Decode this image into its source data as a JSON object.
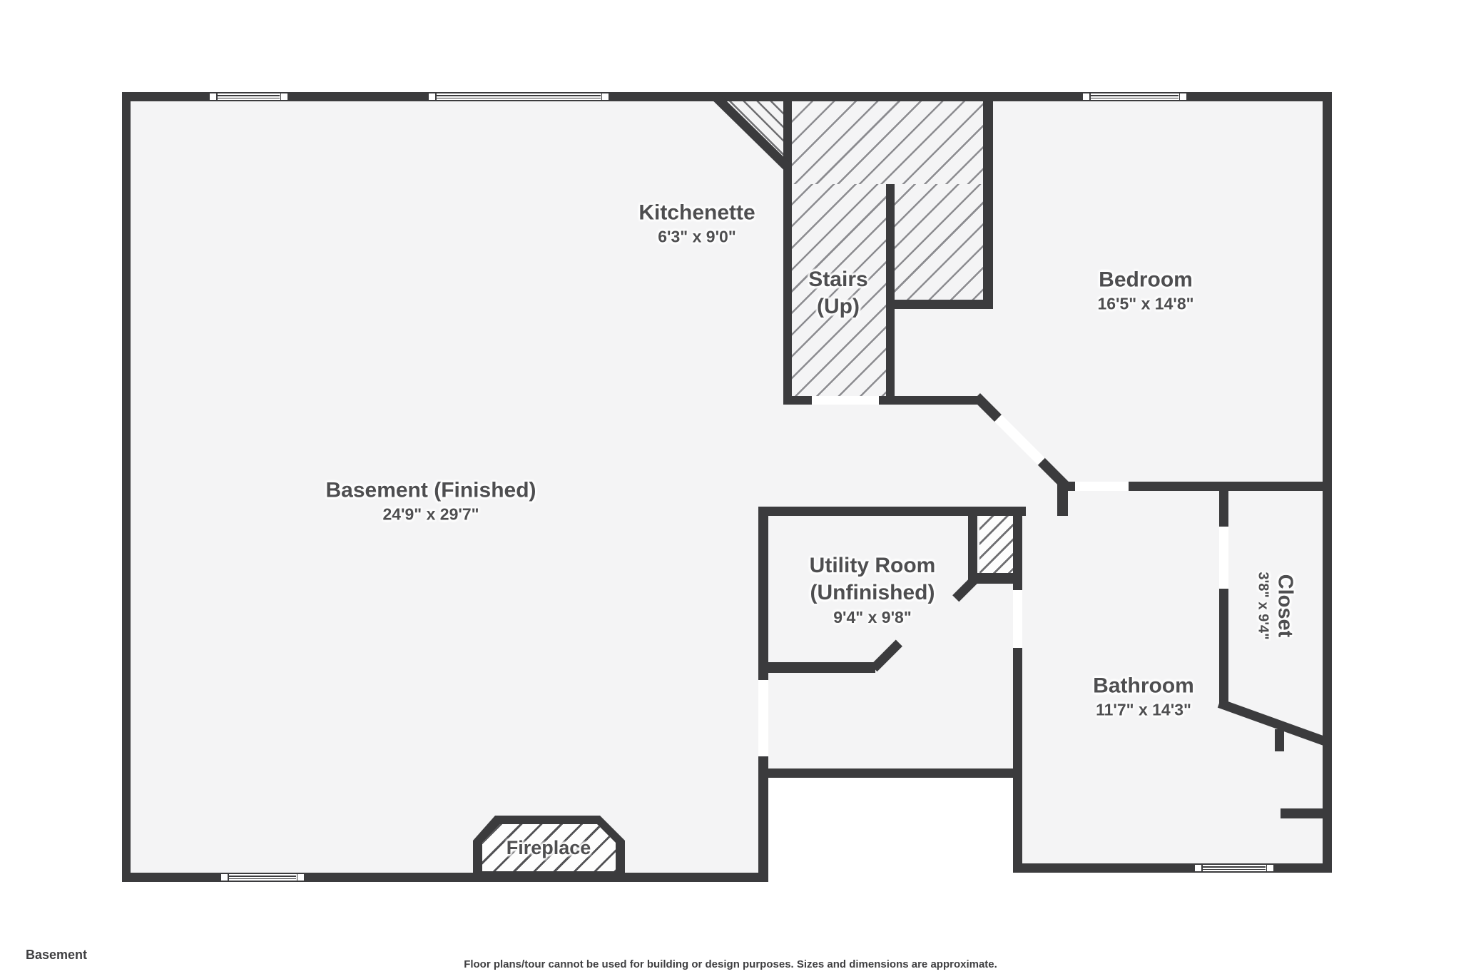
{
  "plan": {
    "rooms": {
      "basement": {
        "name": "Basement (Finished)",
        "dims": "24'9\" x 29'7\""
      },
      "kitchenette": {
        "name": "Kitchenette",
        "dims": "6'3\" x 9'0\""
      },
      "stairs": {
        "name": "Stairs",
        "qualifier": "(Up)"
      },
      "bedroom": {
        "name": "Bedroom",
        "dims": "16'5\" x 14'8\""
      },
      "utility": {
        "name": "Utility Room",
        "qualifier": "(Unfinished)",
        "dims": "9'4\" x 9'8\""
      },
      "bathroom": {
        "name": "Bathroom",
        "dims": "11'7\" x 14'3\""
      },
      "closet": {
        "name": "Closet",
        "dims": "3'8\" x 9'4\""
      },
      "fireplace": {
        "name": "Fireplace"
      }
    },
    "footer": {
      "floor_label": "Basement",
      "disclaimer": "Floor plans/tour cannot be used for building or design purposes. Sizes and dimensions are approximate."
    },
    "colors": {
      "wall": "#3b3b3d",
      "floor": "#f4f4f5",
      "label": "#4e4e50"
    }
  }
}
